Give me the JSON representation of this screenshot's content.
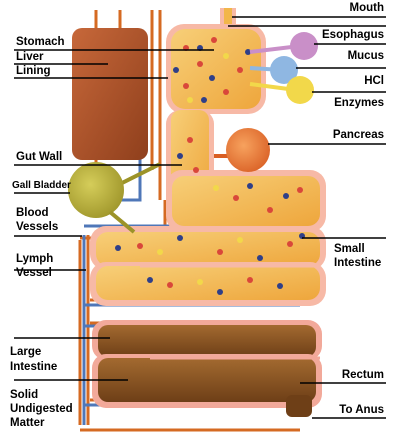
{
  "labels": {
    "mouth": "Mouth",
    "esophagus": "Esophagus",
    "mucus": "Mucus",
    "hcl": "HCl",
    "enzymes": "Enzymes",
    "pancreas": "Pancreas",
    "stomach": "Stomach",
    "liver": "Liver",
    "lining": "Lining",
    "gut_wall": "Gut Wall",
    "gall_bladder": "Gall Bladder",
    "blood_vessels_1": "Blood",
    "blood_vessels_2": "Vessels",
    "lymph_vessel_1": "Lymph",
    "lymph_vessel_2": "Vessel",
    "small_intestine_1": "Small",
    "small_intestine_2": "Intestine",
    "large_intestine_1": "Large",
    "large_intestine_2": "Intestine",
    "rectum": "Rectum",
    "solid_matter_1": "Solid",
    "solid_matter_2": "Undigested",
    "solid_matter_3": "Matter",
    "to_anus": "To Anus"
  },
  "colors": {
    "gut_yellow": "#f2b64a",
    "gut_inner": "#f7c766",
    "gut_pink": "#f7b9a6",
    "liver": "#b0542a",
    "pancreas": "#e8743a",
    "gall_bladder": "#b7ad3a",
    "large_intestine": "#8a5422",
    "blood_vessel": "#d56a22",
    "lymph_vessel": "#4f77b8",
    "mucus": "#c98fc8",
    "hcl": "#8fb7e2",
    "enzymes": "#f2d84a"
  }
}
